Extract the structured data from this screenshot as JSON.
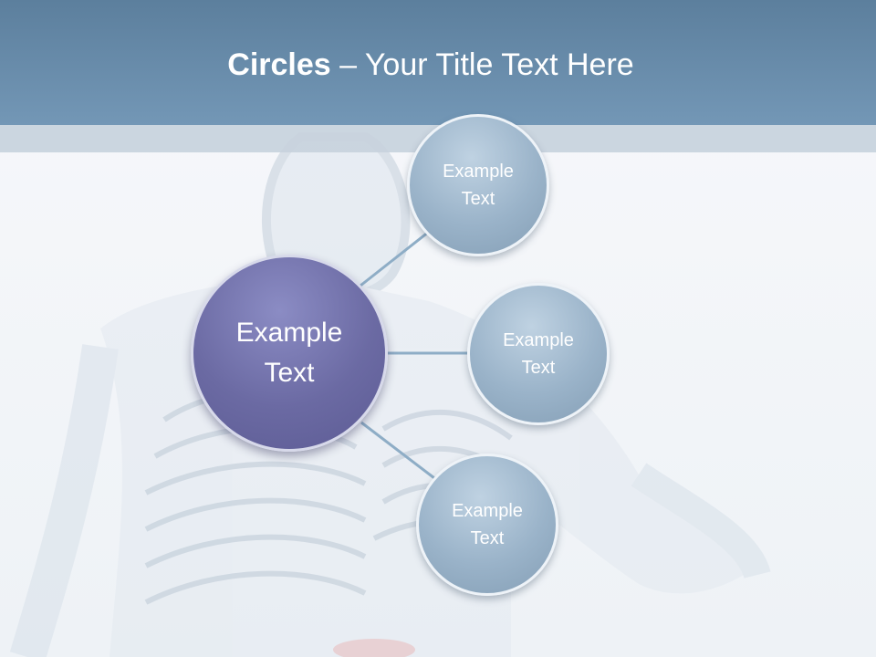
{
  "slide": {
    "title_bold": "Circles",
    "title_rest": " – Your Title Text Here"
  },
  "diagram": {
    "center": {
      "text": "Example Text",
      "color": "#6767a0"
    },
    "nodes": [
      {
        "text": "Example Text",
        "color": "#9cb4c9"
      },
      {
        "text": "Example Text",
        "color": "#9cb4c9"
      },
      {
        "text": "Example Text",
        "color": "#9cb4c9"
      }
    ]
  },
  "colors": {
    "header": "#6d91b0",
    "connector": "#8eadc6"
  }
}
